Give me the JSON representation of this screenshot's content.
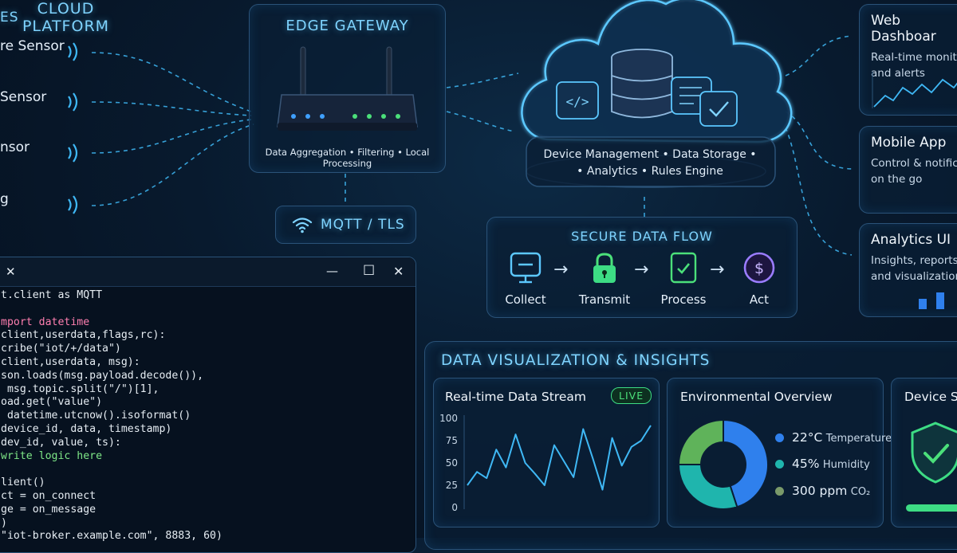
{
  "sensors": {
    "header": "ES",
    "items": [
      {
        "label": "re Sensor"
      },
      {
        "label": "Sensor"
      },
      {
        "label": "nsor"
      },
      {
        "label": "g"
      }
    ]
  },
  "gateway": {
    "title": "EDGE GATEWAY",
    "caption": "Data Aggregation • Filtering • Local Processing",
    "protocol": "MQTT / TLS"
  },
  "cloud": {
    "title_line1": "CLOUD",
    "title_line2": "PLATFORM",
    "services_line1": "Device Management • Data Storage •",
    "services_line2": "• Analytics • Rules Engine"
  },
  "secure_flow": {
    "title": "SECURE DATA FLOW",
    "steps": [
      {
        "label": "Collect",
        "icon": "monitor-icon"
      },
      {
        "label": "Transmit",
        "icon": "lock-icon"
      },
      {
        "label": "Process",
        "icon": "process-check-icon"
      },
      {
        "label": "Act",
        "icon": "dollar-icon"
      }
    ]
  },
  "outputs": [
    {
      "title": "Web Dashboar",
      "sub1": "Real-time monitor",
      "sub2": "and alerts"
    },
    {
      "title": "Mobile App",
      "sub1": "Control & notifica",
      "sub2": "on the go"
    },
    {
      "title": "Analytics UI",
      "sub1": "Insights, reports",
      "sub2": "and visualizations"
    }
  ],
  "code_window": {
    "controls": {
      "close_left": "✕",
      "minimize": "—",
      "maximize": "☐",
      "close": "✕"
    },
    "lines": [
      {
        "text": "t.client as MQTT",
        "cls": ""
      },
      {
        "text": "",
        "cls": ""
      },
      {
        "text": "mport datetime",
        "cls": "kw"
      },
      {
        "text": "client,userdata,flags,rc):",
        "cls": ""
      },
      {
        "text": "cribe(\"iot/+/data\")",
        "cls": ""
      },
      {
        "text": "client,userdata, msg):",
        "cls": ""
      },
      {
        "text": "son.loads(msg.payload.decode()),",
        "cls": ""
      },
      {
        "text": " msg.topic.split(\"/\")[1],",
        "cls": ""
      },
      {
        "text": "oad.get(\"value\")",
        "cls": ""
      },
      {
        "text": " datetime.utcnow().isoformat()",
        "cls": ""
      },
      {
        "text": "device_id, data, timestamp)",
        "cls": ""
      },
      {
        "text": "dev_id, value, ts):",
        "cls": ""
      },
      {
        "text": "write logic here",
        "cls": "cm"
      },
      {
        "text": "",
        "cls": ""
      },
      {
        "text": "lient()",
        "cls": ""
      },
      {
        "text": "ct = on_connect",
        "cls": ""
      },
      {
        "text": "ge = on_message",
        "cls": ""
      },
      {
        "text": ")",
        "cls": ""
      },
      {
        "text": "\"iot-broker.example.com\", 8883, 60)",
        "cls": ""
      }
    ]
  },
  "insights": {
    "title": "DATA VISUALIZATION & INSIGHTS",
    "stream_title": "Real-time Data Stream",
    "live_badge": "LIVE",
    "env_title": "Environmental Overview",
    "device_title": "Device St",
    "legend": [
      {
        "value": "22°C",
        "label": "Temperature",
        "color": "#2f80ed"
      },
      {
        "value": "45%",
        "label": "Humidity",
        "color": "#1fb5ad"
      },
      {
        "value": "300 ppm",
        "label": "CO₂",
        "color": "#7a9a6a"
      }
    ]
  },
  "chart_data": [
    {
      "type": "line",
      "title": "Real-time Data Stream",
      "yticks": [
        0,
        25,
        50,
        75,
        100
      ],
      "ylim": [
        0,
        100
      ],
      "x": [
        0,
        1,
        2,
        3,
        4,
        5,
        6,
        7,
        8,
        9,
        10,
        11,
        12,
        13,
        14,
        15,
        16,
        17,
        18,
        19
      ],
      "values": [
        25,
        40,
        33,
        65,
        45,
        82,
        50,
        38,
        25,
        70,
        52,
        34,
        88,
        55,
        20,
        78,
        47,
        68,
        75,
        92
      ],
      "grid": false
    },
    {
      "type": "pie",
      "title": "Environmental Overview",
      "labels": [
        "Temperature",
        "Humidity",
        "CO₂"
      ],
      "values": [
        45,
        30,
        25
      ],
      "colors": [
        "#2f80ed",
        "#1fb5ad",
        "#5fb35a"
      ],
      "donut": true
    }
  ],
  "colors": {
    "accent": "#3fb8f5",
    "success": "#3ddc84",
    "panel_border": "#2a5278"
  }
}
